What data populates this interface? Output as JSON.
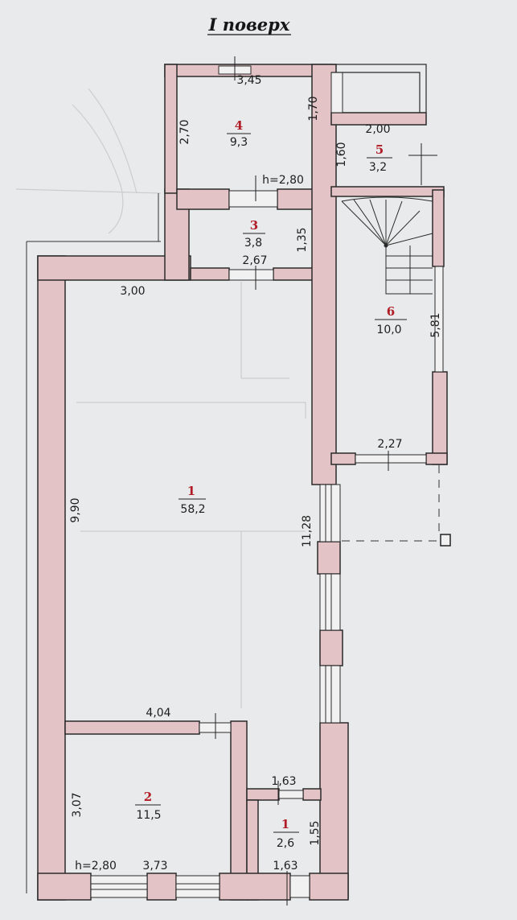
{
  "title": "I поверх",
  "wall_color": "#e3c3c6",
  "accent_color": "#b01d26",
  "rooms": [
    {
      "number": "1",
      "area": "58,2"
    },
    {
      "number": "2",
      "area": "11,5"
    },
    {
      "number": "3",
      "area": "3,8"
    },
    {
      "number": "4",
      "area": "9,3"
    },
    {
      "number": "5",
      "area": "3,2"
    },
    {
      "number": "6",
      "area": "10,0"
    },
    {
      "number": "1",
      "area": "2,6"
    }
  ],
  "dimensions": {
    "r4_top": "3,45",
    "r4_left": "2,70",
    "r4_right": "1,70",
    "r4_height": "h=2,80",
    "r5_top": "2,00",
    "r5_left": "1,60",
    "r3_right": "1,35",
    "r3_bottom": "2,67",
    "r1_top": "3,00",
    "r1_left": "9,90",
    "r1_right": "11,28",
    "r1_bottom": "4,04",
    "r6_right": "5,81",
    "r6_bottom": "2,27",
    "r2_left": "3,07",
    "r2_height": "h=2,80",
    "r2_bottom": "3,73",
    "rs_top": "1,63",
    "rs_right": "1,55",
    "rs_bottom": "1,63"
  }
}
